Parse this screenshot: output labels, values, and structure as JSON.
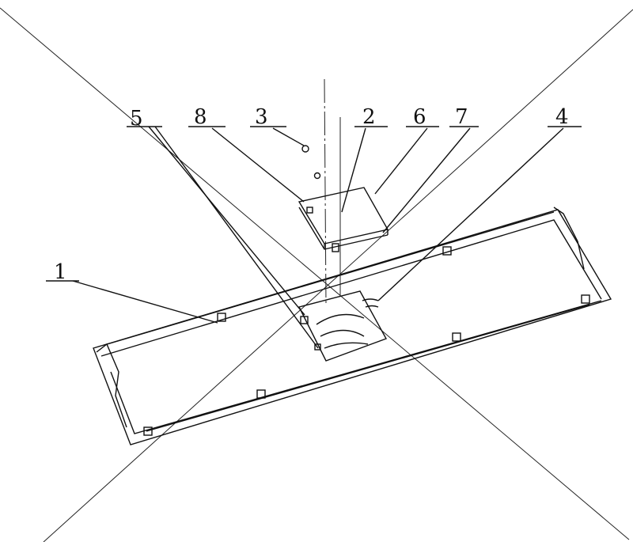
{
  "diagram": {
    "labels": [
      {
        "id": "label-1",
        "text": "1"
      },
      {
        "id": "label-2",
        "text": "2"
      },
      {
        "id": "label-3",
        "text": "3"
      },
      {
        "id": "label-4",
        "text": "4"
      },
      {
        "id": "label-5",
        "text": "5"
      },
      {
        "id": "label-6",
        "text": "6"
      },
      {
        "id": "label-7",
        "text": "7"
      },
      {
        "id": "label-8",
        "text": "8"
      }
    ],
    "colors": {
      "line": "#111111",
      "background": "#ffffff"
    }
  }
}
